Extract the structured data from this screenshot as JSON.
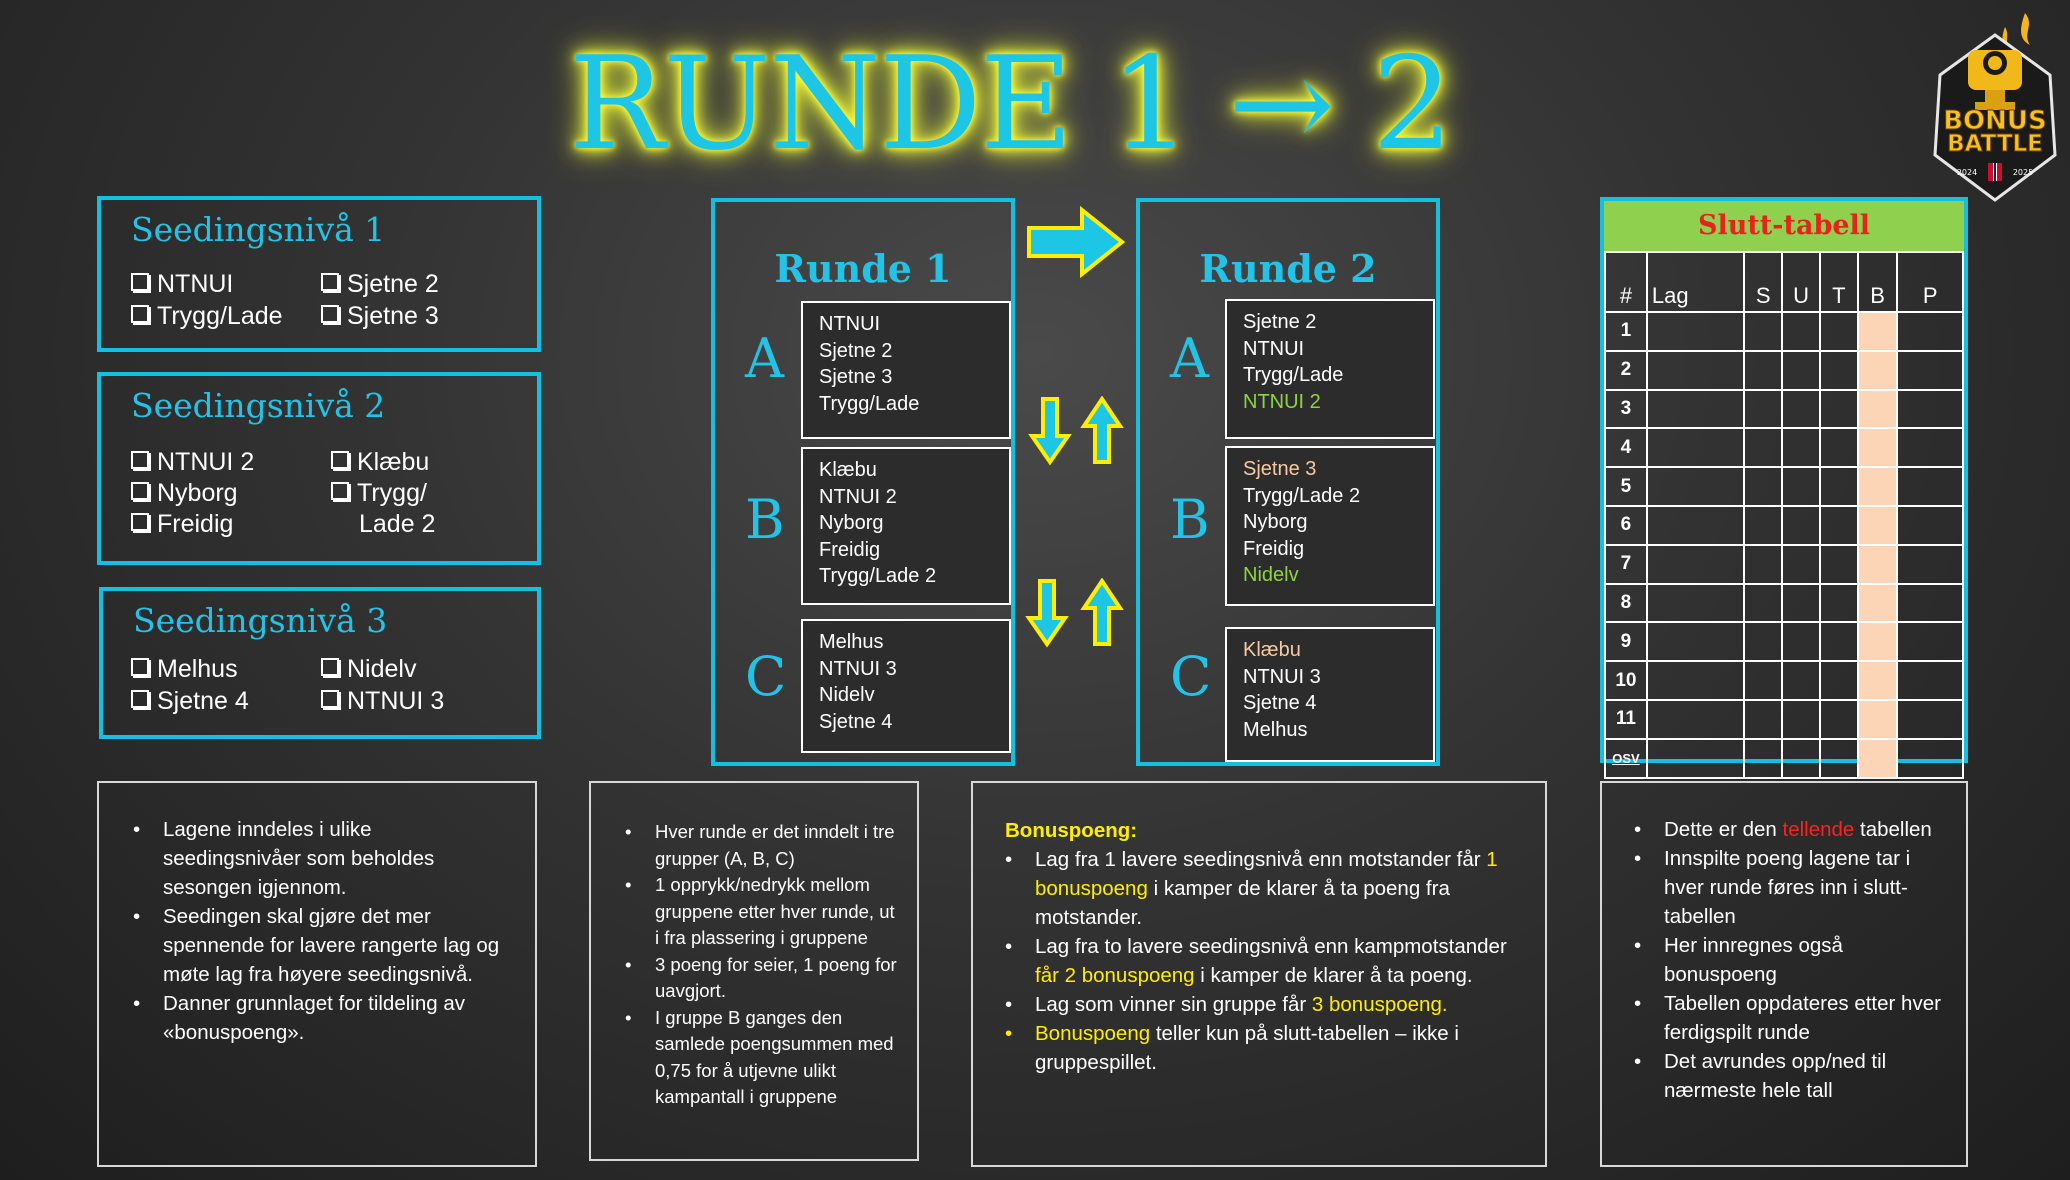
{
  "title": "RUNDE 1 → 2",
  "logo": {
    "line1": "BONUS",
    "line2": "BATTLE",
    "year_left": "2024",
    "year_right": "2025"
  },
  "seeding": [
    {
      "title": "Seedingsnivå 1",
      "col1": [
        "NTNUI",
        "Trygg/Lade"
      ],
      "col2": [
        "Sjetne 2",
        "Sjetne 3"
      ]
    },
    {
      "title": "Seedingsnivå 2",
      "col1": [
        "NTNUI 2",
        "Nyborg",
        "Freidig"
      ],
      "col2": [
        "Klæbu",
        "Trygg/",
        "Lade 2"
      ]
    },
    {
      "title": "Seedingsnivå 3",
      "col1": [
        "Melhus",
        "Sjetne 4"
      ],
      "col2": [
        "Nidelv",
        "NTNUI 3"
      ]
    }
  ],
  "round1": {
    "title": "Runde 1",
    "groups": [
      {
        "letter": "A",
        "teams": [
          "NTNUI",
          "Sjetne 2",
          "Sjetne 3",
          "Trygg/Lade"
        ]
      },
      {
        "letter": "B",
        "teams": [
          "Klæbu",
          "NTNUI 2",
          "Nyborg",
          "Freidig",
          "Trygg/Lade 2"
        ]
      },
      {
        "letter": "C",
        "teams": [
          "Melhus",
          "NTNUI 3",
          "Nidelv",
          "Sjetne 4"
        ]
      }
    ]
  },
  "round2": {
    "title": "Runde 2",
    "groups": [
      {
        "letter": "A",
        "teams": [
          "Sjetne 2",
          "NTNUI",
          "Trygg/Lade",
          "NTNUI 2"
        ]
      },
      {
        "letter": "B",
        "teams": [
          "Sjetne 3",
          "Trygg/Lade 2",
          "Nyborg",
          "Freidig",
          "Nidelv"
        ]
      },
      {
        "letter": "C",
        "teams": [
          "Klæbu",
          "NTNUI 3",
          "Sjetne 4",
          "Melhus"
        ]
      }
    ]
  },
  "standings": {
    "title": "Slutt-tabell",
    "headers": [
      "#",
      "Lag",
      "S",
      "U",
      "T",
      "B",
      "P"
    ],
    "rows": [
      "1",
      "2",
      "3",
      "4",
      "5",
      "6",
      "7",
      "8",
      "9",
      "10",
      "11",
      "OSV"
    ],
    "colors": {
      "header_bg": "#8fd14f",
      "title": "#e8231b",
      "b_column": "#fbd5b6"
    }
  },
  "info1": {
    "items": [
      "Lagene inndeles i ulike seedingsnivåer som beholdes sesongen igjennom.",
      "Seedingen skal gjøre det mer spennende for lavere rangerte lag og møte lag fra høyere seedingsnivå.",
      "Danner grunnlaget for tildeling av «bonuspoeng»."
    ]
  },
  "info2": {
    "items": [
      "Hver runde er det inndelt i tre grupper (A, B, C)",
      "1 opprykk/nedrykk mellom gruppene etter hver runde, ut i fra plassering i gruppene",
      "3 poeng for seier, 1 poeng for uavgjort.",
      "I gruppe B ganges den samlede poengsummen med 0,75 for å utjevne ulikt kampantall i gruppene"
    ]
  },
  "info3": {
    "heading": "Bonuspoeng:",
    "item1": {
      "a": "Lag fra 1 lavere seedingsnivå enn motstander får ",
      "b": "1 bonuspoeng",
      "c": " i kamper de klarer å ta poeng fra motstander."
    },
    "item2": {
      "a": "Lag fra to lavere seedingsnivå enn kampmotstander ",
      "b": "får 2 bonuspoeng",
      "c": " i kamper de klarer å ta poeng."
    },
    "item3": {
      "a": "Lag som vinner sin gruppe får ",
      "b": "3 bonuspoeng."
    },
    "item4": {
      "a": "Bonuspoeng",
      "b": " teller kun på slutt-tabellen – ikke i gruppespillet."
    }
  },
  "info4": {
    "item1": {
      "a": "Dette er den ",
      "b": "tellende",
      "c": " tabellen"
    },
    "items": [
      "Innspilte poeng lagene tar i hver runde føres inn i slutt-tabellen",
      "Her innregnes også bonuspoeng",
      "Tabellen oppdateres etter hver ferdigspilt runde",
      "Det avrundes opp/ned til nærmeste hele tall"
    ]
  }
}
